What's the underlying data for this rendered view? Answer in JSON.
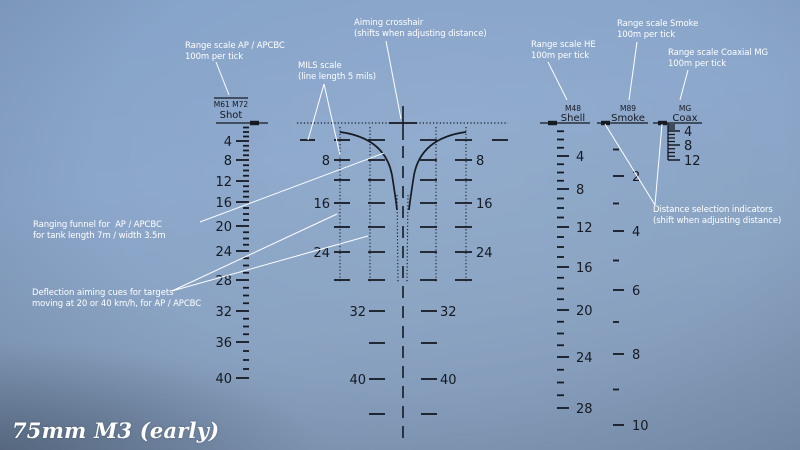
{
  "title": "75mm M3 (early)",
  "colors": {
    "reticle": "#161a22",
    "annotation": "#ffffff",
    "background_top": "#86a3c9",
    "background_bottom": "#7f96b3"
  },
  "annotations": {
    "range_ap": {
      "line1": "Range scale AP / APCBC",
      "line2": "100m per tick"
    },
    "mils": {
      "line1": "MILS scale",
      "line2": "(line length 5 mils)"
    },
    "crosshair": {
      "line1": "Aiming crosshair",
      "line2": "(shifts when adjusting distance)"
    },
    "range_he": {
      "line1": "Range scale HE",
      "line2": "100m per tick"
    },
    "range_smoke": {
      "line1": "Range scale Smoke",
      "line2": "100m per tick"
    },
    "range_mg": {
      "line1": "Range scale Coaxial MG",
      "line2": "100m per tick"
    },
    "funnel": {
      "line1": "Ranging funnel for  AP / APCBC",
      "line2": "for tank length 7m / width 3.5m"
    },
    "deflection": {
      "line1": "Deflection aiming cues for targets",
      "line2": "moving at 20 or 40 km/h, for AP / APCBC"
    },
    "distance_indicators": {
      "line1": "Distance selection indicators",
      "line2": "(shift when adjusting distance)"
    }
  },
  "scales": {
    "ap": {
      "header_top": "M61 M72",
      "header_bottom": "Shot",
      "labels": [
        "4",
        "8",
        "12",
        "16",
        "20",
        "24",
        "28",
        "32",
        "36",
        "40"
      ],
      "label_y": [
        141,
        160,
        181,
        202,
        226,
        251,
        280,
        311,
        342,
        378
      ]
    },
    "he": {
      "header_top": "M48",
      "header_bottom": "Shell",
      "labels": [
        "4",
        "8",
        "12",
        "16",
        "20",
        "24",
        "28"
      ],
      "label_y": [
        156,
        189,
        227,
        267,
        310,
        357,
        408
      ]
    },
    "smoke": {
      "header_top": "M89",
      "header_bottom": "Smoke",
      "labels": [
        "2",
        "4",
        "6",
        "8",
        "10"
      ],
      "label_y": [
        176,
        231,
        290,
        354,
        425
      ]
    },
    "mg": {
      "header_top": "MG",
      "header_bottom": "Coax",
      "labels": [
        "4",
        "8",
        "12"
      ],
      "label_y": [
        131,
        145,
        160
      ]
    }
  },
  "mils_labels": {
    "inner": [
      "8",
      "16",
      "24"
    ],
    "inner_y": [
      160,
      203,
      252
    ],
    "outer": [
      "32",
      "40"
    ],
    "outer_y": [
      311,
      379
    ]
  }
}
